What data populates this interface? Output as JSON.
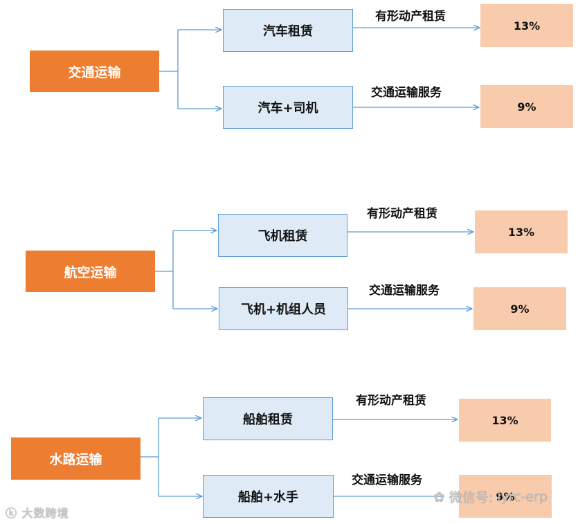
{
  "groups": [
    {
      "root": "交通运输",
      "branches": [
        {
          "item": "汽车租赁",
          "edge": "有形动产租赁",
          "rate": "13%"
        },
        {
          "item": "汽车+司机",
          "edge": "交通运输服务",
          "rate": "9%"
        }
      ]
    },
    {
      "root": "航空运输",
      "branches": [
        {
          "item": "飞机租赁",
          "edge": "有形动产租赁",
          "rate": "13%"
        },
        {
          "item": "飞机+机组人员",
          "edge": "交通运输服务",
          "rate": "9%"
        }
      ]
    },
    {
      "root": "水路运输",
      "branches": [
        {
          "item": "船舶租赁",
          "edge": "有形动产租赁",
          "rate": "13%"
        },
        {
          "item": "船舶+水手",
          "edge": "交通运输服务",
          "rate": "9%"
        }
      ]
    }
  ],
  "watermarks": {
    "left": "大数跨境",
    "right_prefix": "微信号:",
    "right_id": "lyrc-erp"
  },
  "colors": {
    "root_fill": "#ED7D31",
    "item_fill": "#DEEBF7",
    "item_border": "#5B9BD5",
    "rate_fill": "#F8CBAD",
    "connector": "#5B9BD5"
  }
}
